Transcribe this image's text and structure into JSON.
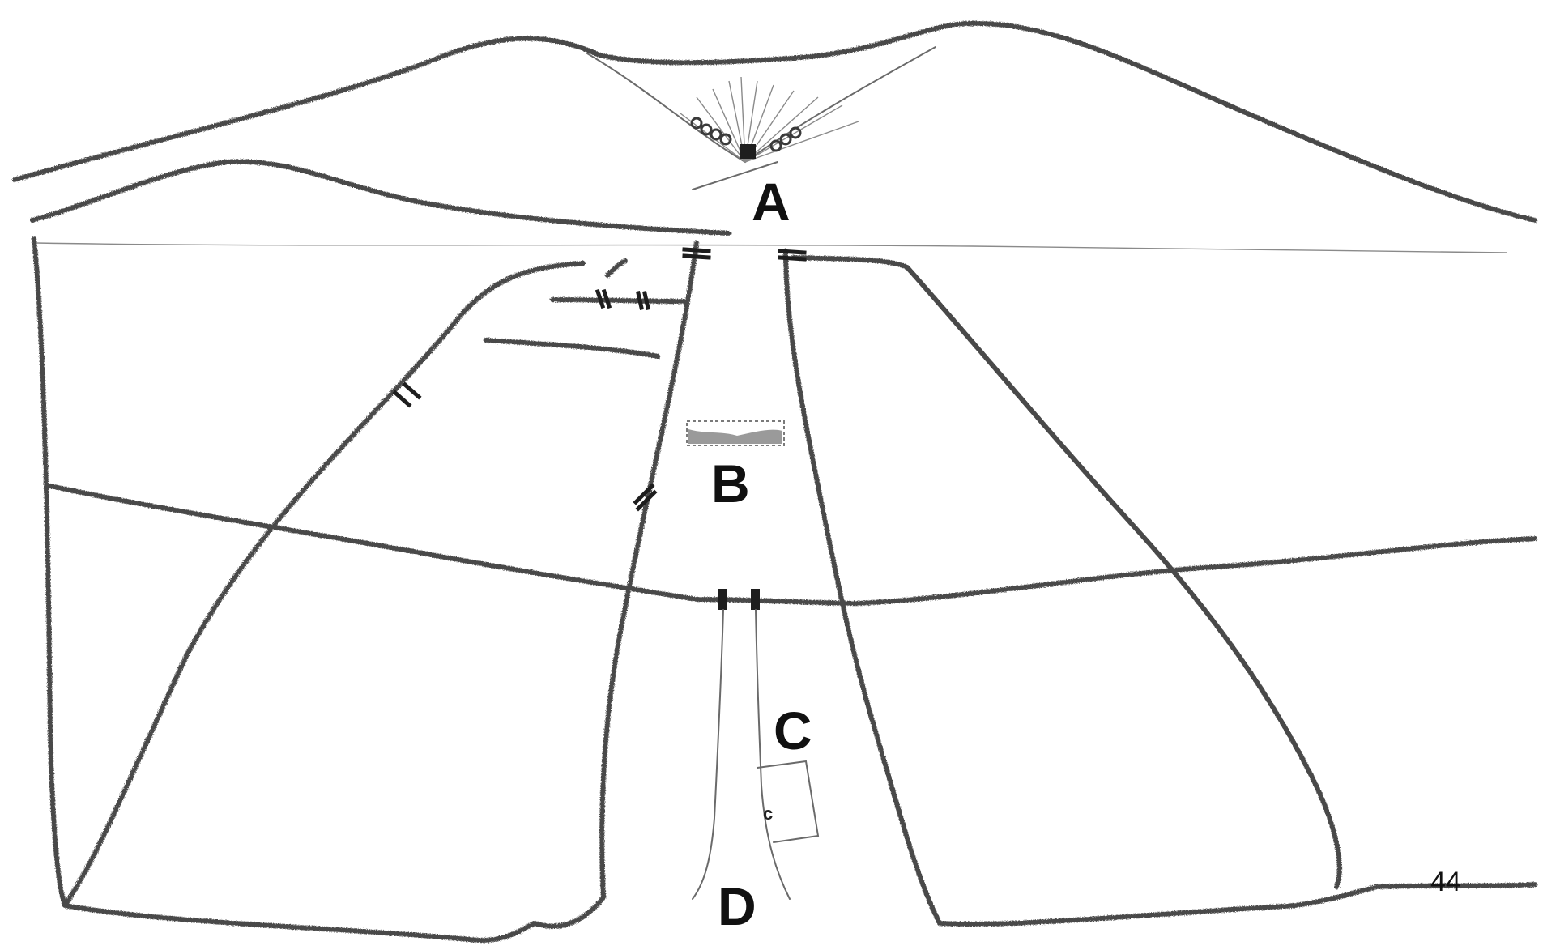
{
  "labels": {
    "a": "A",
    "b": "B",
    "c": "C",
    "c_small": "c",
    "d": "D"
  },
  "page_number": "44",
  "colors": {
    "stroke": "#4a4a4a",
    "ink": "#111111",
    "background": "#ffffff"
  }
}
